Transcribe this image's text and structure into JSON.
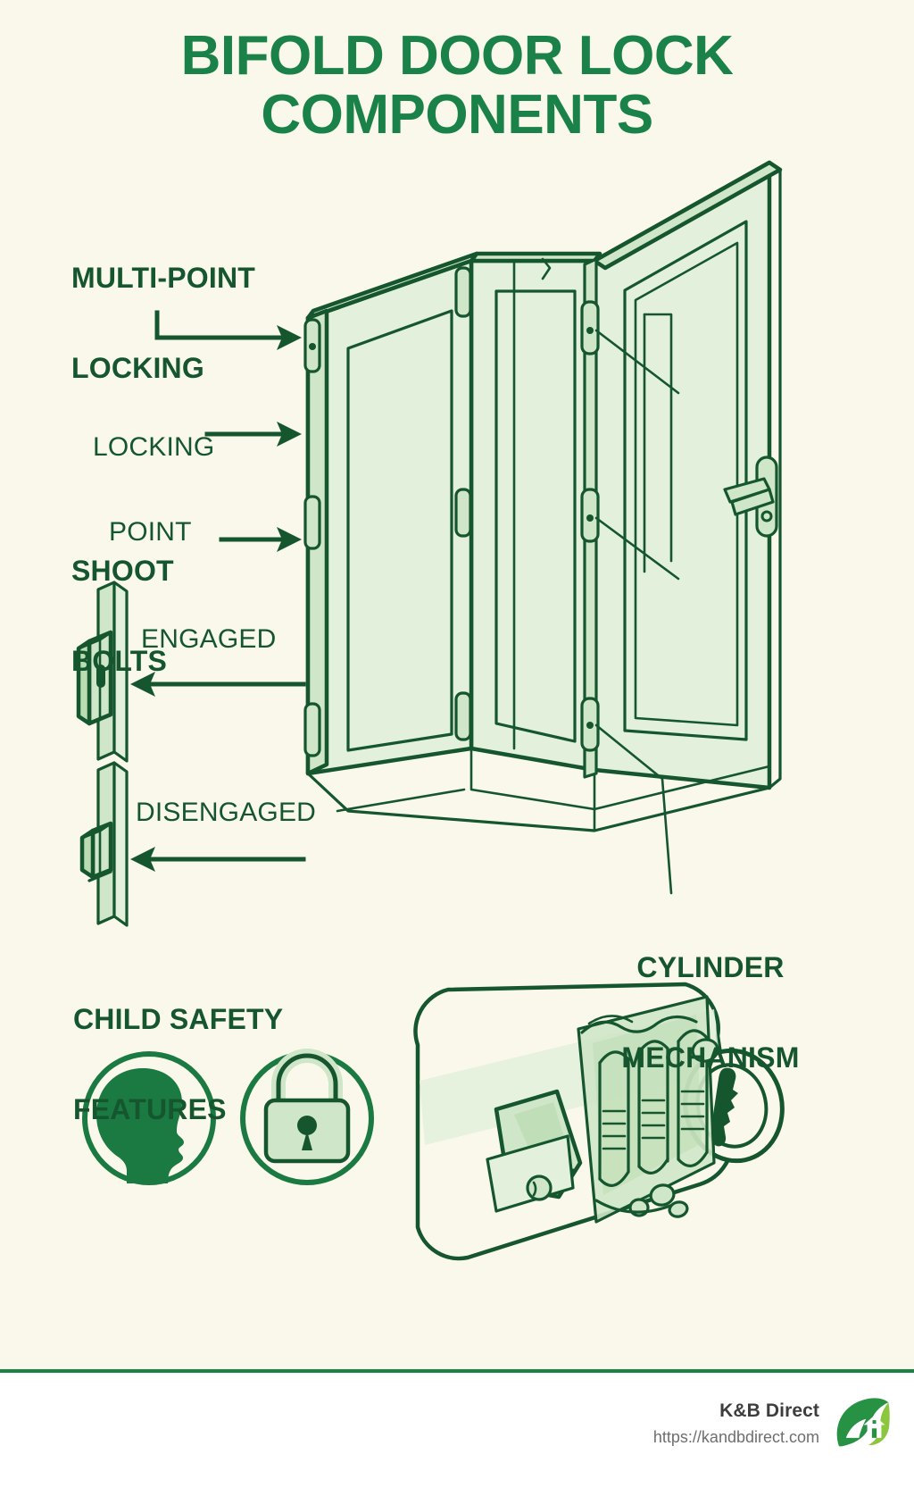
{
  "poster": {
    "title": "BIFOLD DOOR LOCK COMPONENTS",
    "title_line1": "BIFOLD DOOR LOCK",
    "title_line2": "COMPONENTS",
    "background_color": "#faf8ea",
    "ink_color": "#15562f",
    "accent_color": "#1a8248",
    "fill_light": "#cfe6c8",
    "fill_lighter": "#e4f1de"
  },
  "labels": {
    "multi_point_line1": "MULTI-POINT",
    "multi_point_line2": "LOCKING",
    "locking_point_line1": "LOCKING",
    "locking_point_line2": "POINT",
    "shoot_bolts_line1": "SHOOT",
    "shoot_bolts_line2": "BOLTS",
    "engaged": "ENGAGED",
    "disengaged": "DISENGAGED",
    "child_safety_line1": "CHILD SAFETY",
    "child_safety_line2": "FEATURES",
    "cylinder_line1": "CYLINDER",
    "cylinder_line2": "MECHANISM"
  },
  "icons": {
    "child_head": "child-head-icon",
    "padlock": "padlock-icon",
    "door_handle": "door-handle-icon",
    "leaf_house_logo": "leaf-house-logo-icon"
  },
  "diagram": {
    "door": "bifold-door-isometric",
    "bolt_engaged": "shoot-bolt-engaged",
    "bolt_disengaged": "shoot-bolt-disengaged",
    "cylinder": "euro-cylinder-cutaway",
    "locking_points_count": 3
  },
  "footer": {
    "brand": "K&B Direct",
    "url": "https://kandbdirect.com",
    "rule_color": "#1a8242",
    "logo_dark_green": "#279243",
    "logo_light_green": "#8cc63f"
  }
}
